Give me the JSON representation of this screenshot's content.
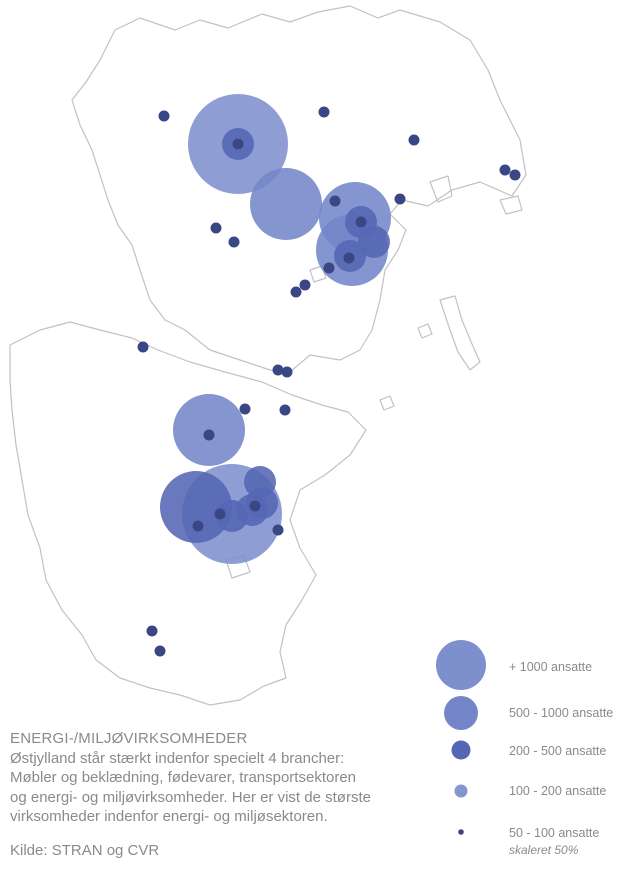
{
  "caption": {
    "title": "ENERGI-/MILJØVIRKSOMHEDER",
    "lines": [
      "Østjylland står stærkt indenfor specielt 4 brancher:",
      "Møbler og beklædning, fødevarer, transportsektoren",
      "og energi- og miljøvirksomheder. Her er vist de største",
      "virksomheder indenfor energi- og miljøsektoren."
    ]
  },
  "source": "Kilde: STRAN og CVR",
  "legend": {
    "items": [
      {
        "label": "+ 1000 ansatte",
        "category": "xl"
      },
      {
        "label": "500 - 1000 ansatte",
        "category": "l"
      },
      {
        "label": "200 - 500 ansatte",
        "category": "m"
      },
      {
        "label": "100 - 200 ansatte",
        "category": "s"
      },
      {
        "label": "50 - 100 ansatte",
        "category": "xs"
      }
    ],
    "note": "skaleret 50%"
  },
  "colors": {
    "xl": "#7e8fce",
    "l": "#7486c8",
    "m": "#5566b4",
    "s": "#8495cf",
    "xs": "#3b4685",
    "outline": "#bdbdbd"
  }
}
